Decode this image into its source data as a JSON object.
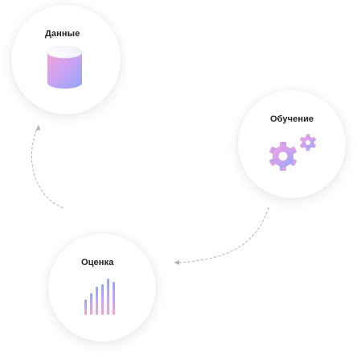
{
  "nodes": {
    "data": {
      "label": "Данные",
      "icon": "database-icon"
    },
    "training": {
      "label": "Обучение",
      "icon": "gears-icon"
    },
    "evaluation": {
      "label": "Оценка",
      "icon": "bar-chart-icon"
    }
  },
  "colors": {
    "gradient_start": "#f3a3d8",
    "gradient_mid": "#c9a2f3",
    "gradient_end": "#8fa6f5",
    "connector": "#b4b4b8"
  }
}
